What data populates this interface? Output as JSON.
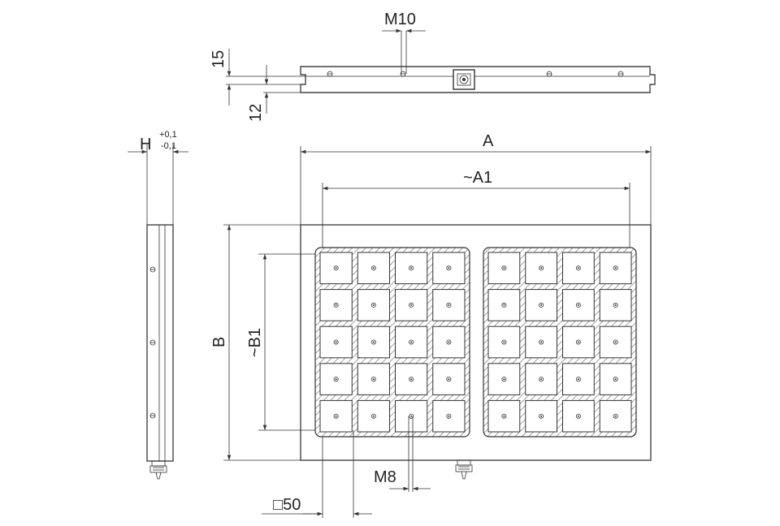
{
  "labels": {
    "m10": "M10",
    "dim_15": "15",
    "dim_12": "12",
    "h": "H",
    "h_tol_plus": "+0,1",
    "h_tol_minus": "-0,1",
    "a": "A",
    "a1": "~A1",
    "b": "B",
    "b1": "~B1",
    "m8": "M8",
    "square_50": "□50"
  },
  "colors": {
    "line": "#333333",
    "hatch": "#9a9a9a",
    "background": "#ffffff"
  },
  "grid": {
    "left_plate": {
      "columns": 4,
      "rows": 5
    },
    "right_plate": {
      "columns": 4,
      "rows": 5
    }
  }
}
